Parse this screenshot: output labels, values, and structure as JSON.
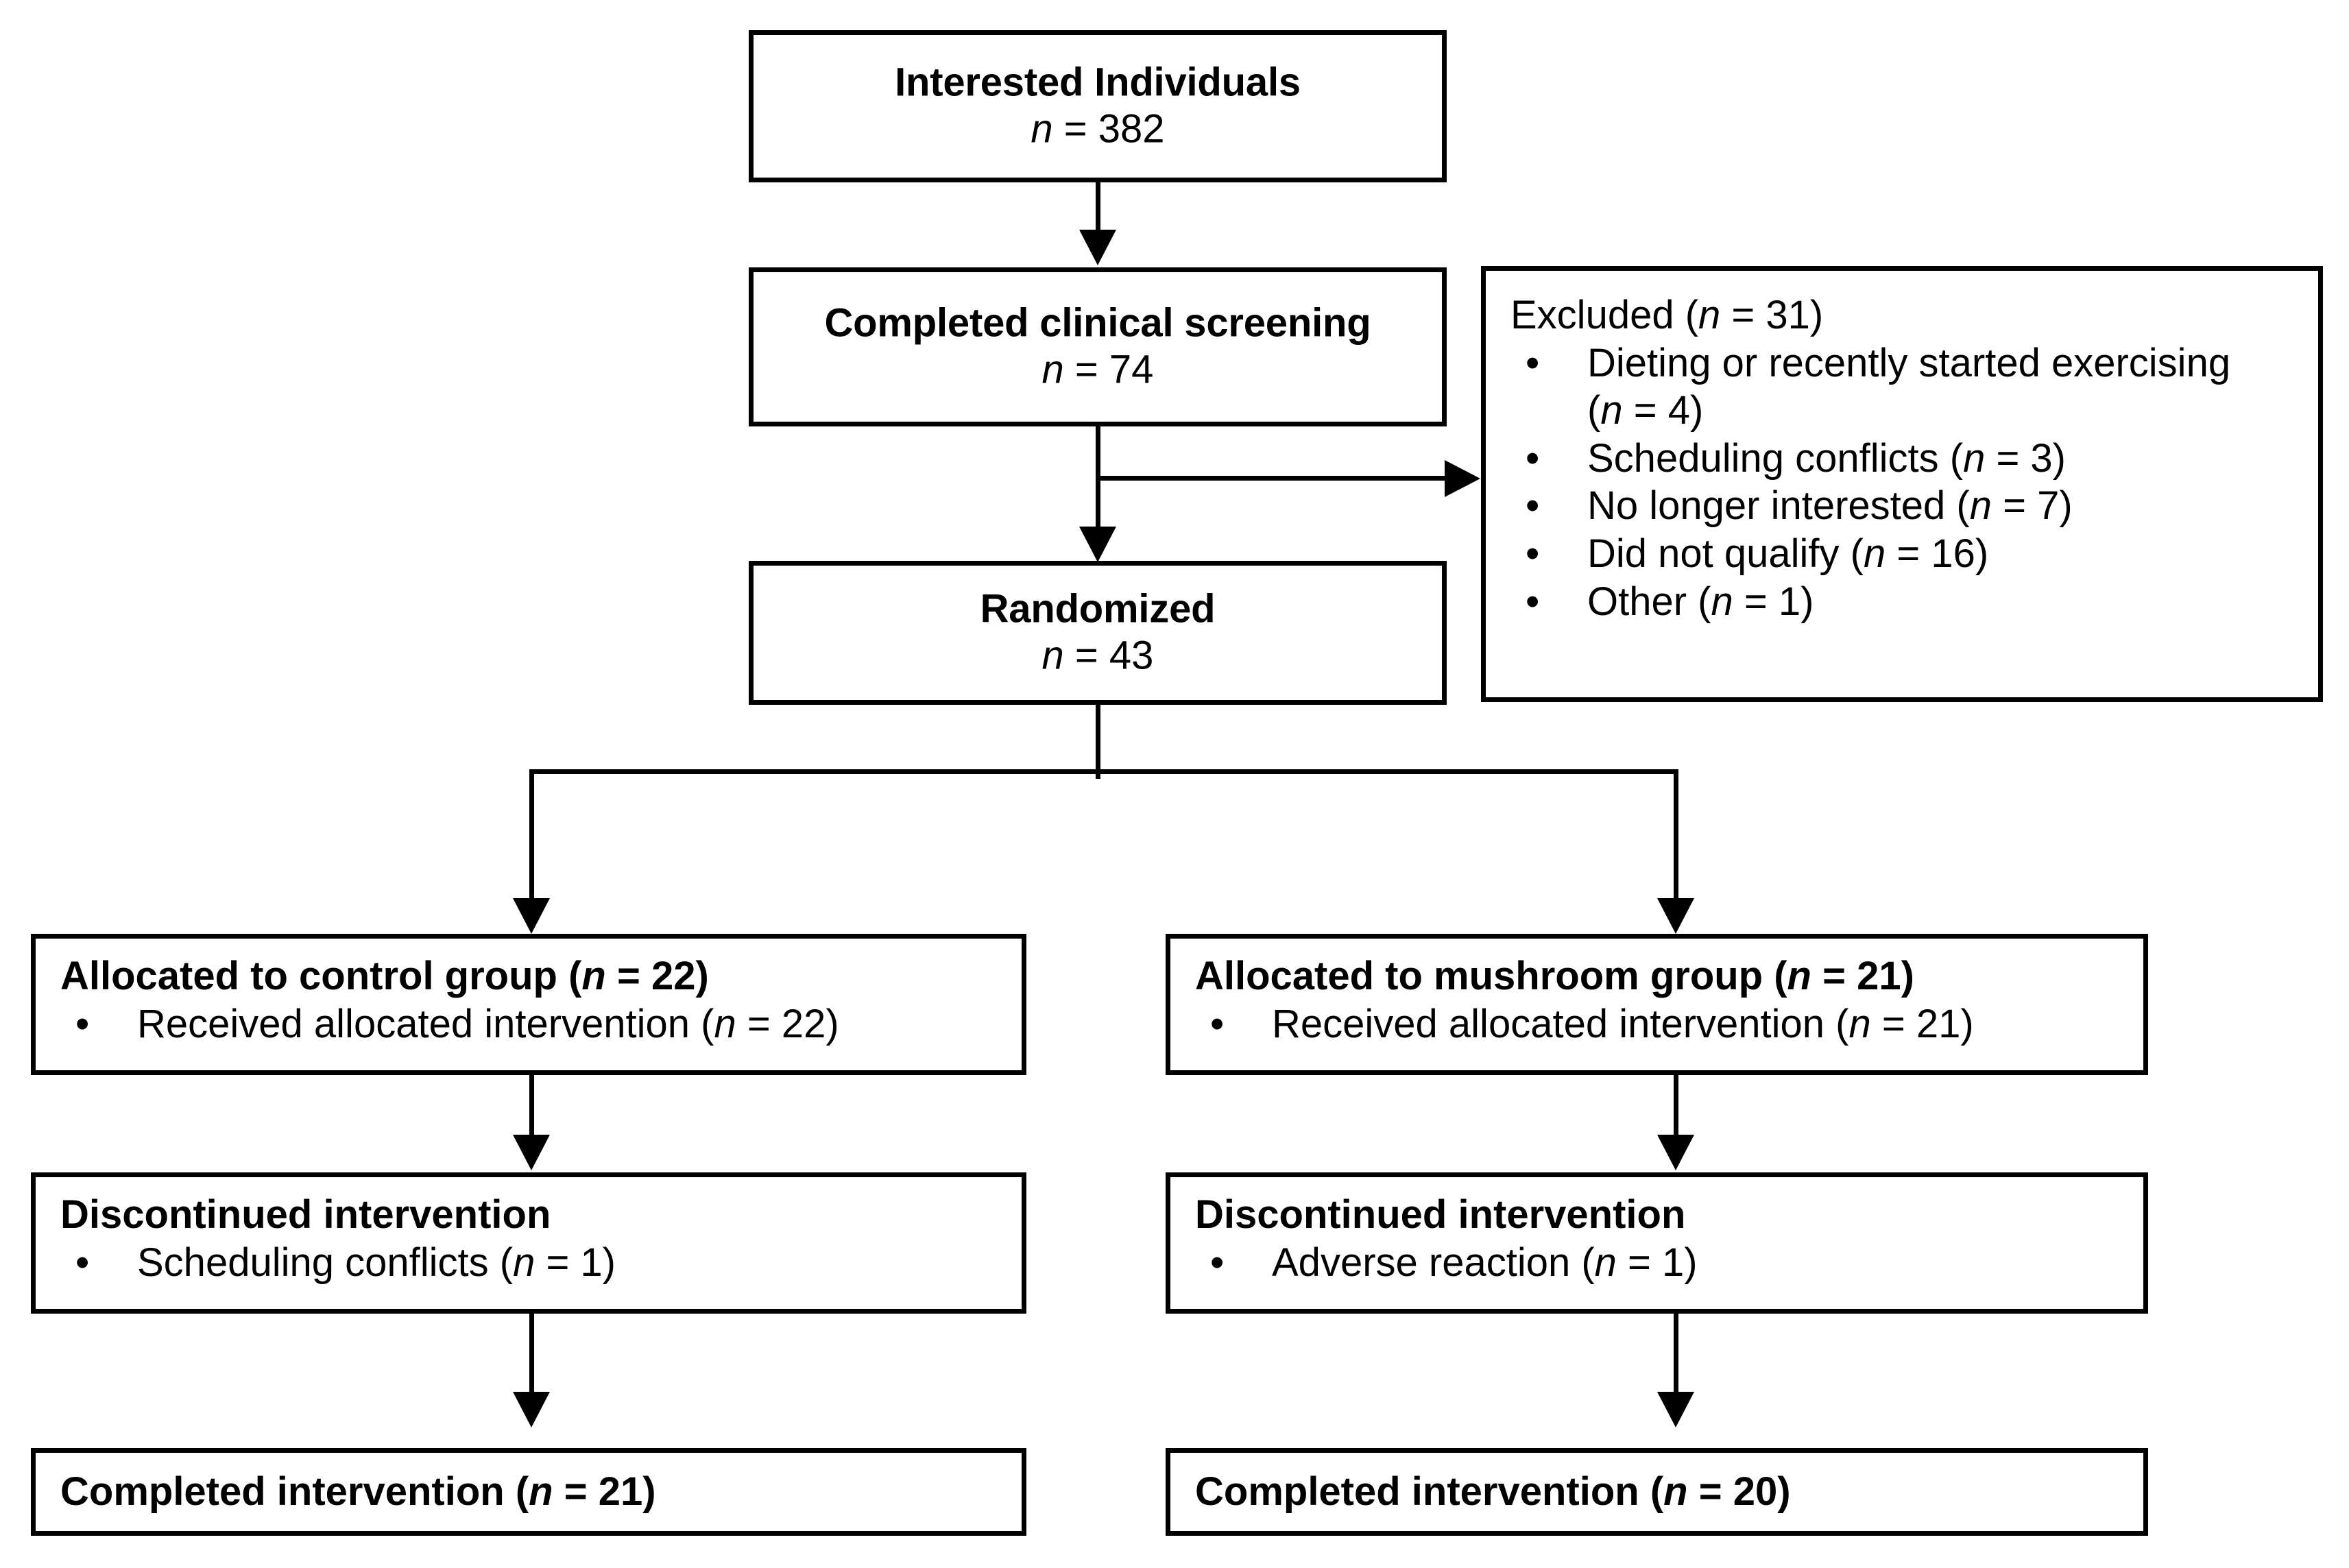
{
  "diagram": {
    "type": "consort-flow-diagram",
    "title": "CONSORT participant flow diagram",
    "n_symbol": "n",
    "bullet_glyph": "•"
  },
  "nodes": {
    "interested": {
      "title": "Interested Individuals",
      "count_prefix": "n",
      "count_text": " = 382",
      "n": 382
    },
    "screened": {
      "title": "Completed clinical screening",
      "count_prefix": "n",
      "count_text": " = 74",
      "n": 74
    },
    "excluded": {
      "heading_pre": "Excluded (",
      "heading_n": "n",
      "heading_post": " = 31)",
      "n": 31,
      "reasons": [
        {
          "text_pre": "Dieting or recently started exercising",
          "wrap_pre": "(",
          "wrap_n": "n",
          "wrap_post": " = 4)",
          "n": 4
        },
        {
          "text_pre": "Scheduling conflicts (",
          "wrap_n": "n",
          "wrap_post": " = 3)",
          "n": 3
        },
        {
          "text_pre": "No longer interested (",
          "wrap_n": "n",
          "wrap_post": " = 7)",
          "n": 7
        },
        {
          "text_pre": "Did not qualify (",
          "wrap_n": "n",
          "wrap_post": " = 16)",
          "n": 16
        },
        {
          "text_pre": "Other (",
          "wrap_n": "n",
          "wrap_post": " = 1)",
          "n": 1
        }
      ]
    },
    "randomized": {
      "title": "Randomized",
      "count_prefix": "n",
      "count_text": " = 43",
      "n": 43
    },
    "control_allocated": {
      "heading_pre": "Allocated to control group (",
      "heading_n": "n",
      "heading_post": " = 22)",
      "n": 22,
      "bullet_pre": "Received allocated intervention (",
      "bullet_n": "n",
      "bullet_post": " = 22)",
      "bullet_value": 22
    },
    "mushroom_allocated": {
      "heading_pre": "Allocated to mushroom group (",
      "heading_n": "n",
      "heading_post": " = 21)",
      "n": 21,
      "bullet_pre": "Received allocated intervention (",
      "bullet_n": "n",
      "bullet_post": " = 21)",
      "bullet_value": 21
    },
    "control_discontinued": {
      "heading": "Discontinued intervention",
      "bullet_pre": "Scheduling conflicts (",
      "bullet_n": "n",
      "bullet_post": " = 1)",
      "bullet_value": 1
    },
    "mushroom_discontinued": {
      "heading": "Discontinued intervention",
      "bullet_pre": "Adverse reaction (",
      "bullet_n": "n",
      "bullet_post": " = 1)",
      "bullet_value": 1
    },
    "control_completed": {
      "heading_pre": "Completed intervention (",
      "heading_n": "n",
      "heading_post": " = 21)",
      "n": 21
    },
    "mushroom_completed": {
      "heading_pre": "Completed intervention (",
      "heading_n": "n",
      "heading_post": " = 20)",
      "n": 20
    }
  },
  "colors": {
    "stroke": "#000000",
    "fill": "#ffffff",
    "text": "#000000"
  }
}
